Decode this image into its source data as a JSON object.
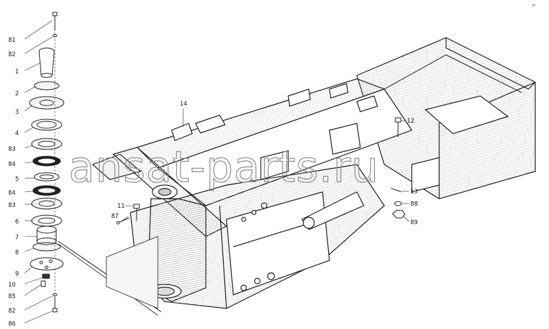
{
  "watermark": "ansat-parts.ru",
  "corner_mark": "r-",
  "callouts": {
    "c81": "81",
    "c82": "82",
    "c1": "1",
    "c2": "2",
    "c3": "3",
    "c4": "4",
    "c83a": "83",
    "c84a": "84",
    "c5": "5",
    "c84b": "84",
    "c83b": "83",
    "c6": "6",
    "c7": "7",
    "c8": "8",
    "c9": "9",
    "c10": "10",
    "c85": "85",
    "c82b": "82",
    "c86": "86",
    "c14": "14",
    "c12": "12",
    "c11": "11",
    "c87": "87",
    "c13": "13",
    "c88": "88",
    "c89": "89"
  },
  "colors": {
    "line": "#1a1a1a",
    "hatch": "#7a7a7a",
    "watermark": "#8a8a8a"
  }
}
